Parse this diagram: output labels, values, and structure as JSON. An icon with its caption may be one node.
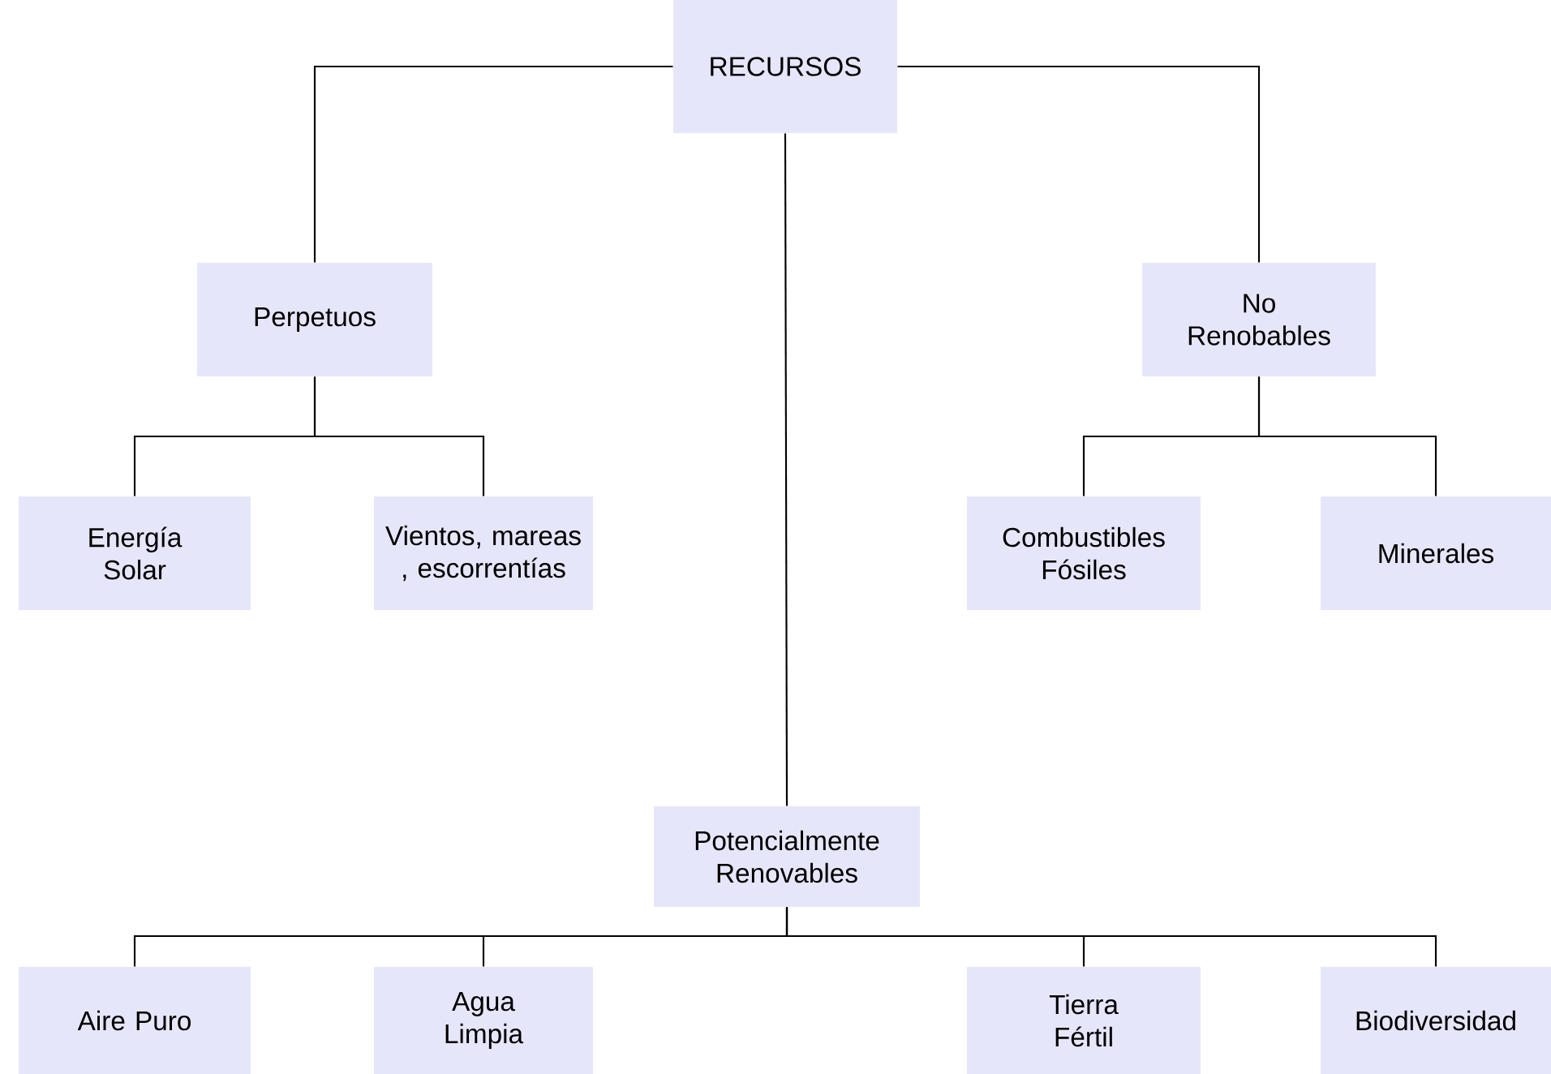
{
  "diagram": {
    "nodes": [
      {
        "text": [
          "RECURSOS"
        ]
      },
      {
        "text": [
          "Perpetuos"
        ]
      },
      {
        "text": [
          "No Renobables"
        ]
      },
      {
        "text": [
          "Energía Solar"
        ]
      },
      {
        "text": [
          "Vientos, mareas , escorrentías"
        ]
      },
      {
        "text": [
          "Combustibles Fósiles"
        ]
      },
      {
        "text": [
          "Minerales"
        ]
      },
      {
        "text": [
          "Potencialmente Renovables"
        ]
      },
      {
        "text": [
          "Aire Puro"
        ]
      },
      {
        "text": [
          "Agua Limpia"
        ]
      },
      {
        "text": [
          "Tierra Fértil"
        ]
      },
      {
        "text": [
          "Biodiversidad"
        ]
      }
    ],
    "edges": [
      {
        "from": 0,
        "to": 1,
        "arrow": "none"
      },
      {
        "from": 0,
        "to": 2,
        "arrow": "none"
      },
      {
        "from": 0,
        "to": 7,
        "arrow": "none"
      },
      {
        "from": 1,
        "to": 3,
        "arrow": "none"
      },
      {
        "from": 1,
        "to": 4,
        "arrow": "none"
      },
      {
        "from": 2,
        "to": 5,
        "arrow": "none"
      },
      {
        "from": 2,
        "to": 6,
        "arrow": "none"
      },
      {
        "from": 7,
        "to": 8,
        "arrow": "none"
      },
      {
        "from": 7,
        "to": 9,
        "arrow": "none"
      },
      {
        "from": 7,
        "to": 10,
        "arrow": "none"
      },
      {
        "from": 7,
        "to": 11,
        "arrow": "none"
      }
    ]
  }
}
